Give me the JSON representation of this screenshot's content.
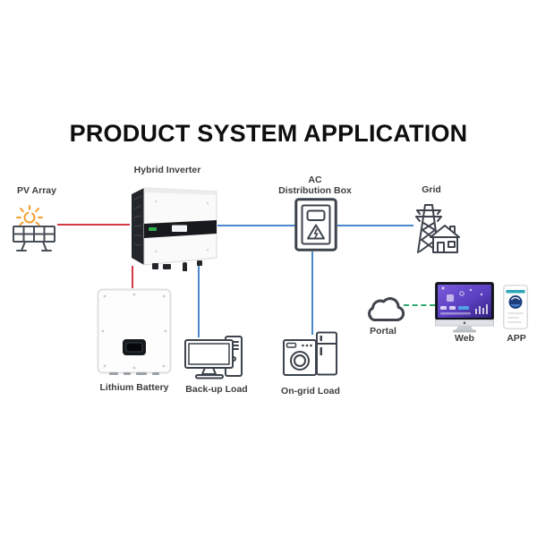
{
  "title": "PRODUCT SYSTEM APPLICATION",
  "nodes": {
    "pv_array": {
      "label": "PV Array",
      "icon": "sun-and-solar-panel-icon"
    },
    "hybrid_inverter": {
      "label": "Hybrid Inverter",
      "icon": "inverter-device-image"
    },
    "ac_distribution_box": {
      "label_line1": "AC",
      "label_line2": "Distribution Box",
      "icon": "electrical-box-warning-icon"
    },
    "grid": {
      "label": "Grid",
      "icon": "transmission-tower-house-icon"
    },
    "lithium_battery": {
      "label": "Lithium Battery",
      "icon": "battery-device-image"
    },
    "backup_load": {
      "label": "Back-up Load",
      "icon": "desktop-computer-icon"
    },
    "ongrid_load": {
      "label": "On-grid Load",
      "icon": "washer-and-fridge-icon"
    },
    "portal": {
      "label": "Portal",
      "icon": "cloud-icon"
    },
    "web": {
      "label": "Web",
      "icon": "monitor-dashboard-icon"
    },
    "app": {
      "label": "APP",
      "icon": "smartphone-app-icon"
    }
  },
  "connections": [
    {
      "from": "pv_array",
      "to": "hybrid_inverter",
      "type": "dc",
      "style": "solid-red"
    },
    {
      "from": "hybrid_inverter",
      "to": "ac_distribution_box",
      "type": "ac",
      "style": "solid-blue"
    },
    {
      "from": "ac_distribution_box",
      "to": "grid",
      "type": "ac",
      "style": "solid-blue"
    },
    {
      "from": "hybrid_inverter",
      "to": "lithium_battery",
      "type": "dc",
      "style": "solid-red"
    },
    {
      "from": "hybrid_inverter",
      "to": "backup_load",
      "type": "ac",
      "style": "solid-blue"
    },
    {
      "from": "ac_distribution_box",
      "to": "ongrid_load",
      "type": "ac",
      "style": "solid-blue"
    },
    {
      "from": "portal",
      "to": "web",
      "type": "communication",
      "style": "dashed-green"
    }
  ],
  "colors": {
    "dc_line": "#d23b45",
    "ac_line": "#4a86c9",
    "comm_line": "#2fa96e",
    "icon_stroke": "#3d434c",
    "sun_orange": "#f59e2d",
    "inverter_band": "#17191d",
    "screen_purple": "#5a3fc0",
    "app_teal": "#2aa7b8",
    "label_text": "#3d3d3d",
    "title_text": "#0e0e0e"
  }
}
